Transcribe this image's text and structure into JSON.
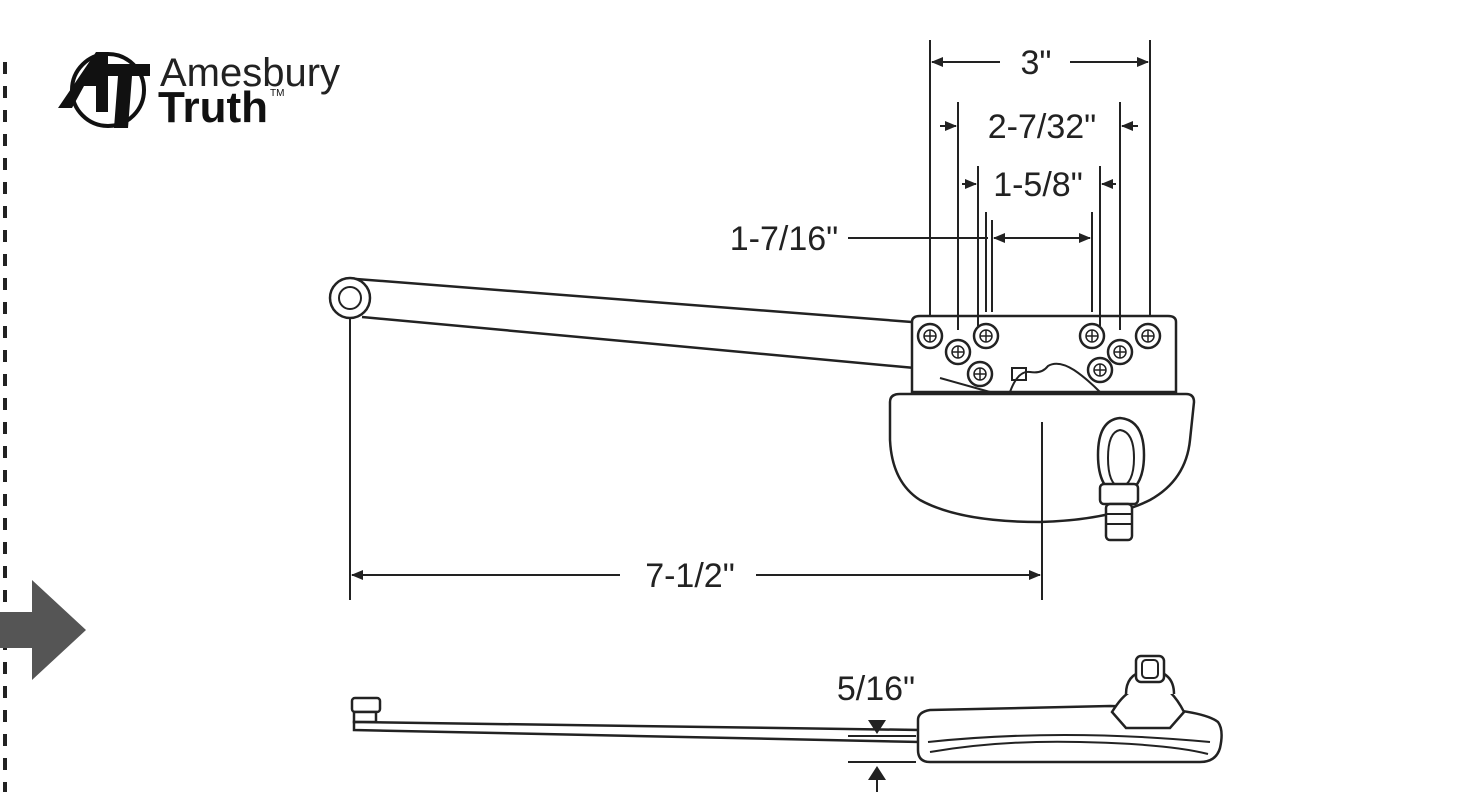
{
  "logo": {
    "brand_line1": "Amesbury",
    "brand_line2": "Truth",
    "trademark": "TM"
  },
  "dimensions": {
    "overall_width": "3\"",
    "outer_hole_spacing": "2-7/32\"",
    "inner_hole_spacing": "1-5/8\"",
    "center_hole_spacing": "1-7/16\"",
    "arm_length": "7-1/2\"",
    "thickness": "5/16\""
  },
  "colors": {
    "line": "#222222",
    "arrow_grey": "#555555",
    "background": "#ffffff"
  },
  "icons": {
    "logo_mark": "at-monogram-icon",
    "side_arrow": "right-arrow-icon"
  }
}
